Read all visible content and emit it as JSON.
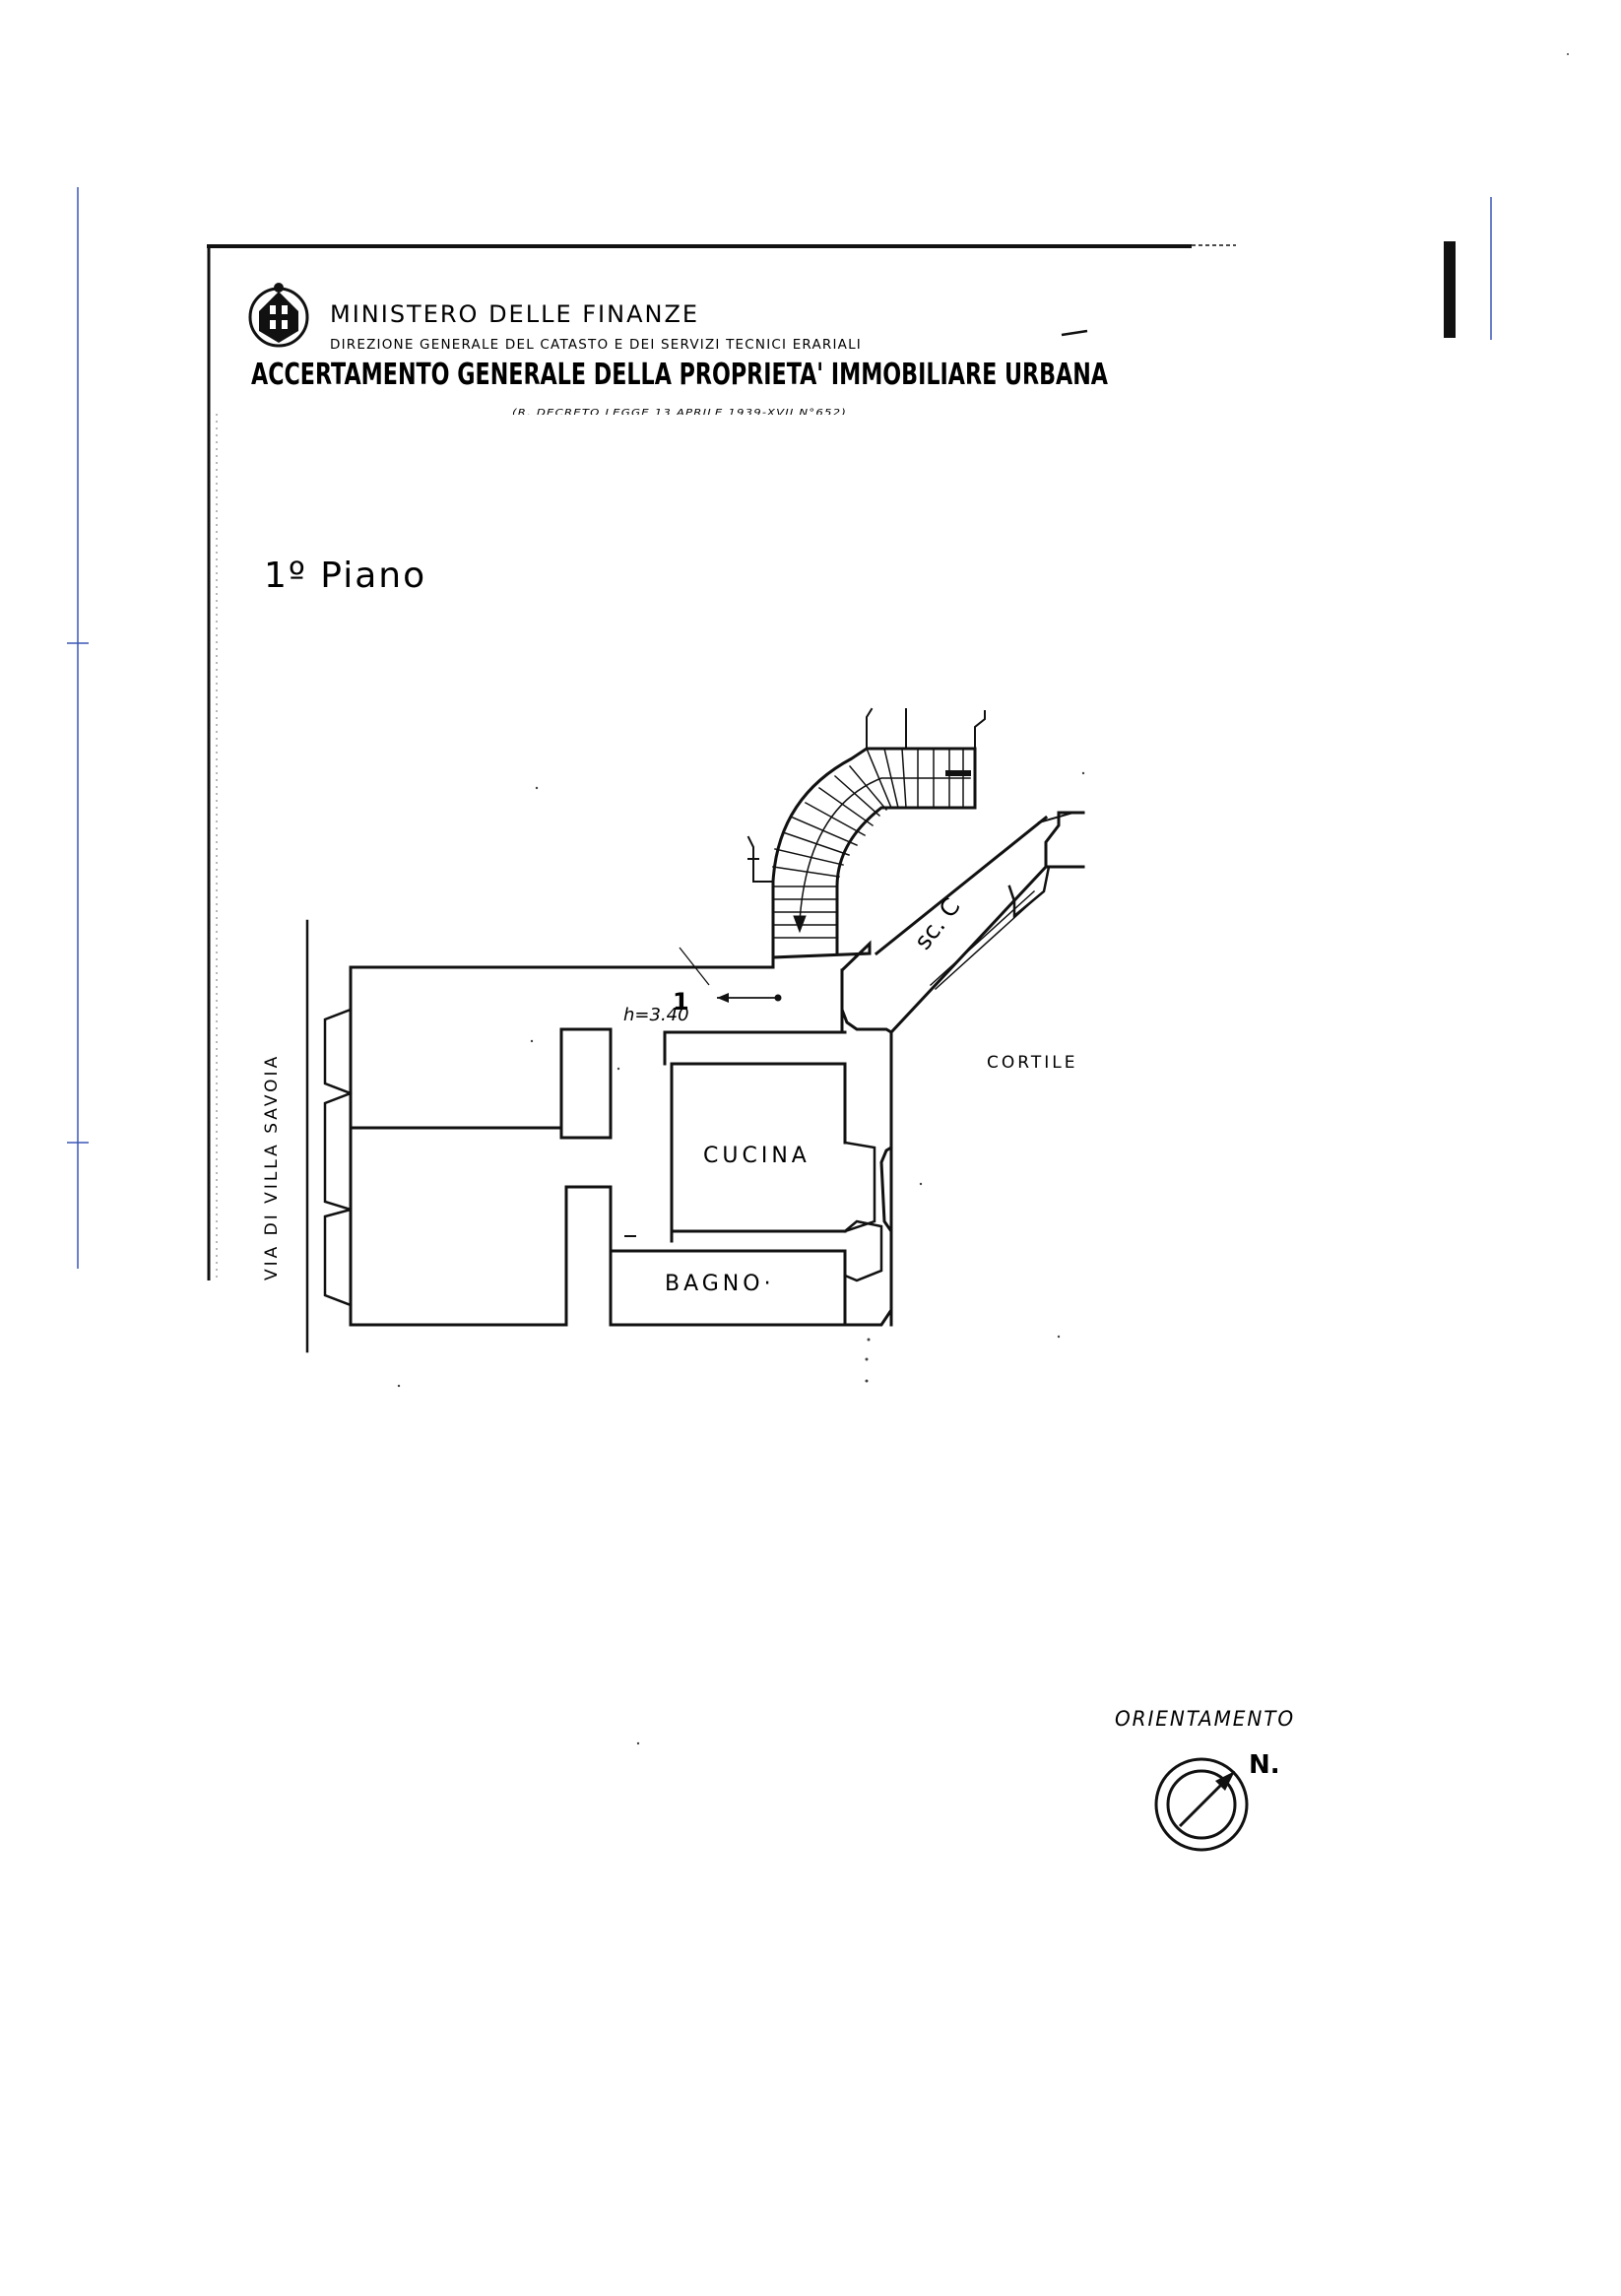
{
  "header": {
    "ministry": "MINISTERO DELLE FINANZE",
    "direzione": "DIREZIONE GENERALE DEL CATASTO E DEI SERVIZI TECNICI ERARIALI",
    "title": "ACCERTAMENTO GENERALE DELLA PROPRIETA' IMMOBILIARE URBANA",
    "decree": "(R. DECRETO LEGGE 13 APRILE 1939-XVII N°652)"
  },
  "plan": {
    "floor_label": "1º Piano",
    "street_label": "VIA DI VILLA SAVOIA",
    "courtyard_label": "CORTILE",
    "kitchen_label": "CUCINA",
    "bathroom_label": "BAGNO·",
    "stair_label": "sc. C",
    "unit_number": "1",
    "height_label": "h=3.40"
  },
  "orientation": {
    "label": "ORIENTAMENTO",
    "north_label": "N."
  },
  "colors": {
    "ink": "#111111",
    "margin_line": "#3a57b5"
  }
}
